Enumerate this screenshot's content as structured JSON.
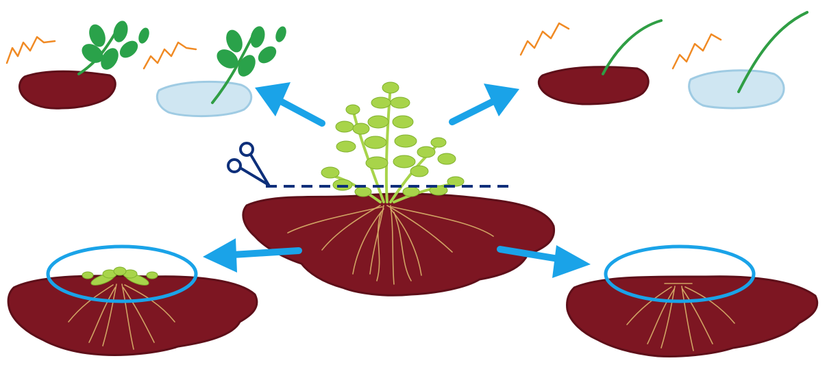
{
  "colors": {
    "soil": "#7d1622",
    "soil_dark": "#5e0f19",
    "water": "#cfe6f2",
    "water_edge": "#9fcbe3",
    "leaf_dark": "#2aa24a",
    "leaf_light": "#a8d44a",
    "stem_green": "#2f9e44",
    "root": "#d9b36a",
    "arrow": "#1aa3e8",
    "highlight_ring": "#1aa3e8",
    "cut_line": "#0d2f7a",
    "scissors": "#0d2f7a",
    "wilt_mark": "#f08a24"
  },
  "icons": {
    "scissors": "scissors-icon",
    "wilt": "wilt-zigzag-icon"
  },
  "panels": {
    "center": "whole-plant-with-roots",
    "top_left": [
      "leafy-cutting-in-soil",
      "leafy-cutting-in-water"
    ],
    "top_right": [
      "bare-stem-cutting-in-soil",
      "bare-stem-cutting-in-water"
    ],
    "bottom_left": "stump-regrowing-shoots",
    "bottom_right": "stump-without-shoots"
  }
}
